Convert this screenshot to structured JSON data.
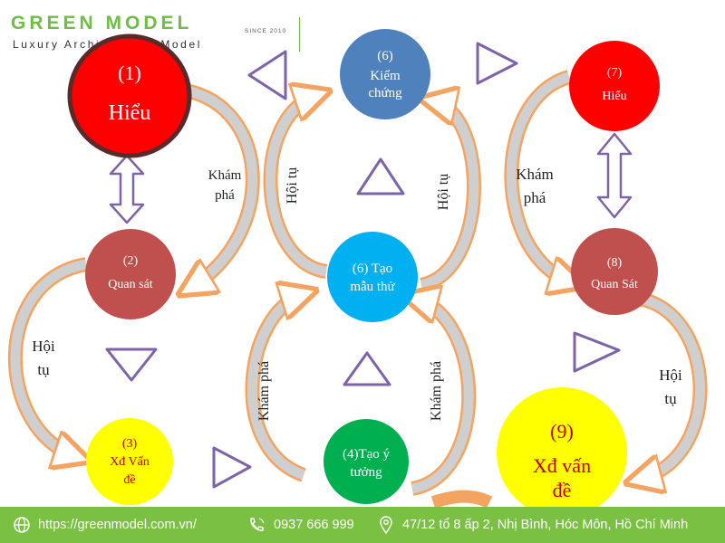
{
  "brand": {
    "name": "GREEN MODEL",
    "since": "SINCE 2010",
    "tagline": "Luxury Architectural Model"
  },
  "nodes": {
    "n1": {
      "num": "(1)",
      "label": "Hiểu",
      "color": "#ff0000"
    },
    "n2": {
      "num": "(2)",
      "label": "Quan sát",
      "color": "#c0504d"
    },
    "n3": {
      "num": "(3)",
      "label": "Xđ Vấn",
      "label2": "đề",
      "color": "#ffff00"
    },
    "n4": {
      "num": "(4)Tạo ý",
      "label": "tưởng",
      "color": "#00b050"
    },
    "n6a": {
      "num": "(6)",
      "label": "Kiểm",
      "label2": "chứng",
      "color": "#4f81bd"
    },
    "n6b": {
      "num": "(6) Tạo",
      "label": "mẫu thử",
      "color": "#00b0f0"
    },
    "n7": {
      "num": "(7)",
      "label": "Hiểu",
      "color": "#ff0000"
    },
    "n8": {
      "num": "(8)",
      "label": "Quan Sát",
      "color": "#c0504d"
    },
    "n9": {
      "num": "(9)",
      "label": "Xđ vấn",
      "label2": "đề",
      "color": "#ffff00"
    }
  },
  "labels": {
    "kham_pha_1a": "Khám",
    "kham_pha_1b": "phá",
    "hoi_tu_1": "Hội tụ",
    "hoi_tu_2": "Hội tụ",
    "kham_pha_2a": "Khám",
    "kham_pha_2b": "phá",
    "hoi_tu_3a": "Hội",
    "hoi_tu_3b": "tụ",
    "kham_pha_3": "Khám phá",
    "kham_pha_4": "Khám phá",
    "hoi_tu_4a": "Hội",
    "hoi_tu_4b": "tụ"
  },
  "footer": {
    "website": "https://greenmodel.com.vn/",
    "phone": "0937 666 999",
    "address": "47/12 tổ 8 ấp 2, Nhị Bình, Hóc Môn, Hồ Chí Minh"
  },
  "colors": {
    "brand_green": "#6ebd44",
    "footer_green": "#7ac143",
    "arrow_orange": "#f4a460",
    "triangle_purple": "#7d64a8"
  }
}
